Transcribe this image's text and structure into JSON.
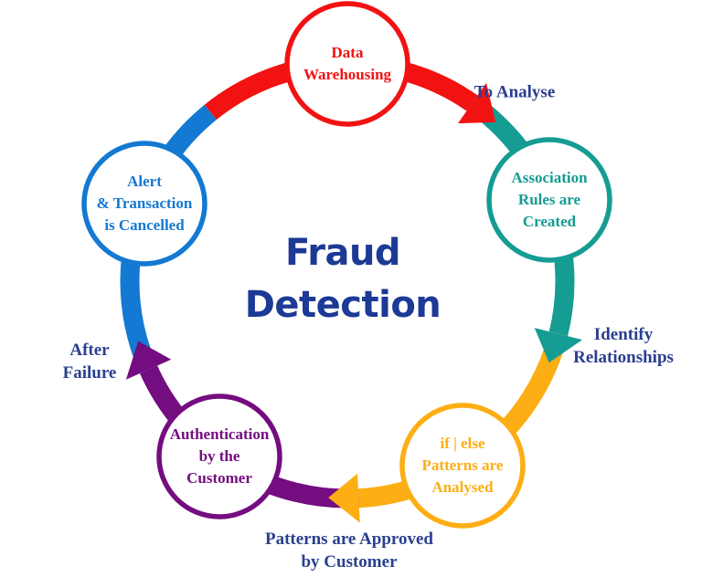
{
  "title": {
    "text": "Fraud\nDetection",
    "color": "#1C3A96"
  },
  "label_color": "#2A3F8F",
  "background": "#FFFFFF",
  "nodes": [
    {
      "id": "data-warehousing",
      "label": "Data\nWarehousing",
      "color": "#F21212"
    },
    {
      "id": "association-rules",
      "label": "Association\nRules are\nCreated",
      "color": "#159C93"
    },
    {
      "id": "patterns-analysed",
      "label": "if | else\nPatterns are\nAnalysed",
      "color": "#FDAE14"
    },
    {
      "id": "authentication",
      "label": "Authentication\nby the\nCustomer",
      "color": "#740D80"
    },
    {
      "id": "alert-cancelled",
      "label": "Alert\n& Transaction\nis Cancelled",
      "color": "#1379D2"
    }
  ],
  "edges": [
    {
      "from": "data-warehousing",
      "to": "association-rules",
      "label": "To Analyse"
    },
    {
      "from": "association-rules",
      "to": "patterns-analysed",
      "label": "Identify\nRelationships"
    },
    {
      "from": "patterns-analysed",
      "to": "authentication",
      "label": "Patterns are Approved\nby Customer"
    },
    {
      "from": "authentication",
      "to": "alert-cancelled",
      "label": "After\nFailure"
    },
    {
      "from": "alert-cancelled",
      "to": "data-warehousing",
      "label": ""
    }
  ]
}
